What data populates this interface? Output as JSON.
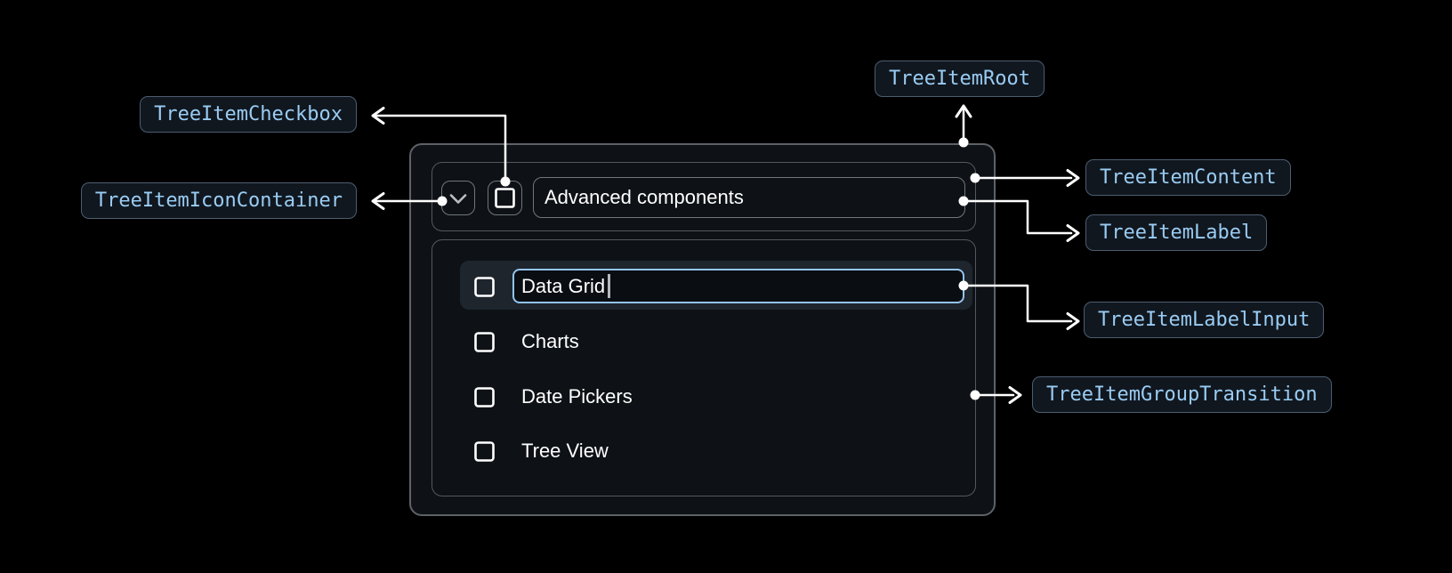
{
  "annotations": {
    "root": {
      "label": "TreeItemRoot"
    },
    "content": {
      "label": "TreeItemContent"
    },
    "label": {
      "label": "TreeItemLabel"
    },
    "label_input": {
      "label": "TreeItemLabelInput"
    },
    "group_transition": {
      "label": "TreeItemGroupTransition"
    },
    "checkbox": {
      "label": "TreeItemCheckbox"
    },
    "icon_container": {
      "label": "TreeItemIconContainer"
    }
  },
  "tree": {
    "header_label": "Advanced components",
    "header_expanded": true,
    "header_checkbox_checked": false,
    "rows": [
      {
        "label": "Data Grid",
        "state": "editing",
        "checked": false
      },
      {
        "label": "Charts",
        "checked": false
      },
      {
        "label": "Date Pickers",
        "checked": false
      },
      {
        "label": "Tree View",
        "checked": false
      }
    ]
  },
  "colors": {
    "page_bg": "#000000",
    "surface_bg": "#0e1216",
    "row_highlight_bg": "#1e252d",
    "input_bg": "#0a0d11",
    "box_border": "#54595f",
    "inner_border": "#71767c",
    "chip_bg": "#11171f",
    "chip_border": "#4c5d6f",
    "chip_text": "#99ccf3",
    "input_focus_border": "#93c4f0",
    "connector": "#ffffff",
    "text_primary": "#ffffff"
  }
}
